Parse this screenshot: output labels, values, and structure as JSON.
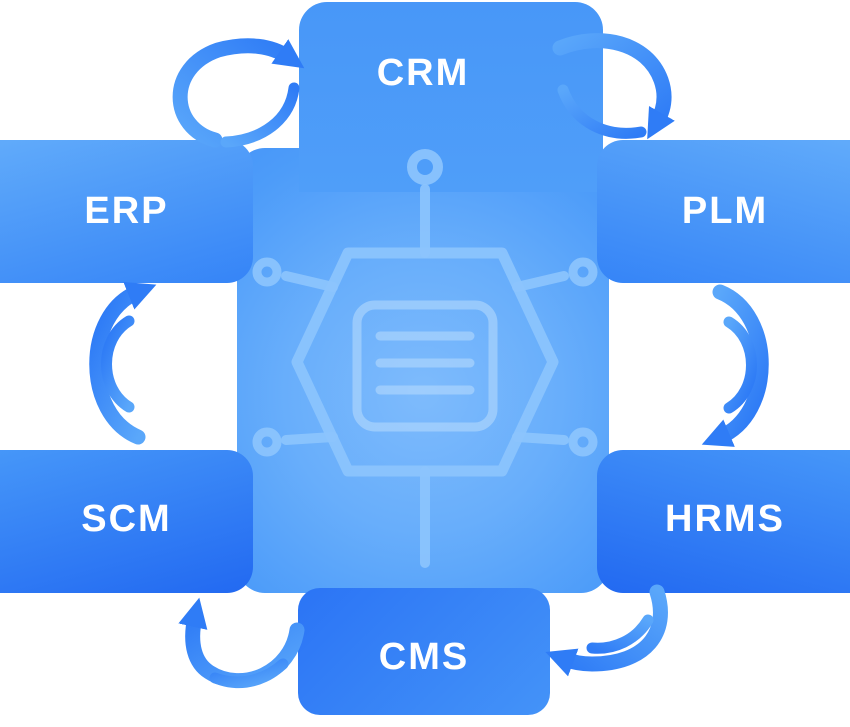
{
  "diagram": {
    "type": "cycle",
    "flow_direction": "clockwise",
    "cycle_order": [
      "ERP",
      "CRM",
      "PLM",
      "HRMS",
      "CMS",
      "SCM"
    ],
    "nodes": {
      "crm": {
        "label": "CRM"
      },
      "plm": {
        "label": "PLM"
      },
      "hrms": {
        "label": "HRMS"
      },
      "cms": {
        "label": "CMS"
      },
      "scm": {
        "label": "SCM"
      },
      "erp": {
        "label": "ERP"
      }
    },
    "center_icon": "microchip-icon",
    "arrow_icon": "curved-cycle-arrow-icon",
    "colors": {
      "blue_dark": "#2269f1",
      "blue": "#3f8ff8",
      "blue_light": "#6fb2fb",
      "chip_outline": "#8cc4fd",
      "label_text": "#ffffff",
      "background": "#ffffff"
    }
  }
}
